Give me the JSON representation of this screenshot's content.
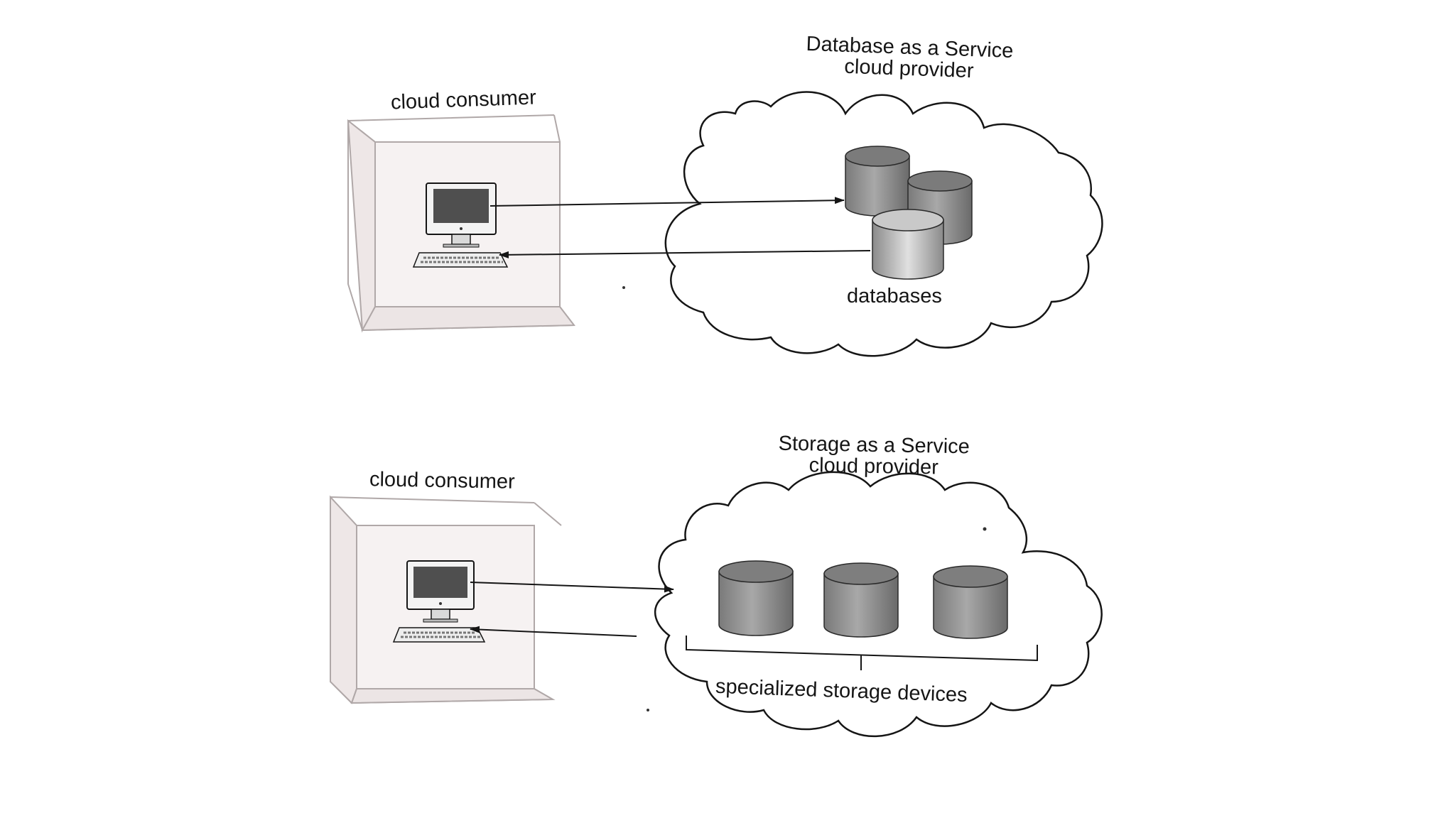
{
  "top_diagram": {
    "consumer_label": "cloud consumer",
    "provider_title_line1": "Database as a Service",
    "provider_title_line2": "cloud provider",
    "resource_label": "databases"
  },
  "bottom_diagram": {
    "consumer_label": "cloud consumer",
    "provider_title_line1": "Storage as a Service",
    "provider_title_line2": "cloud provider",
    "resource_label": "specialized storage devices"
  },
  "colors": {
    "ink": "#151515",
    "box_stroke": "#a9a0a0",
    "box_fill": "#f7f4f4",
    "cylinder": "#8c8c8c",
    "screen": "#555555"
  }
}
